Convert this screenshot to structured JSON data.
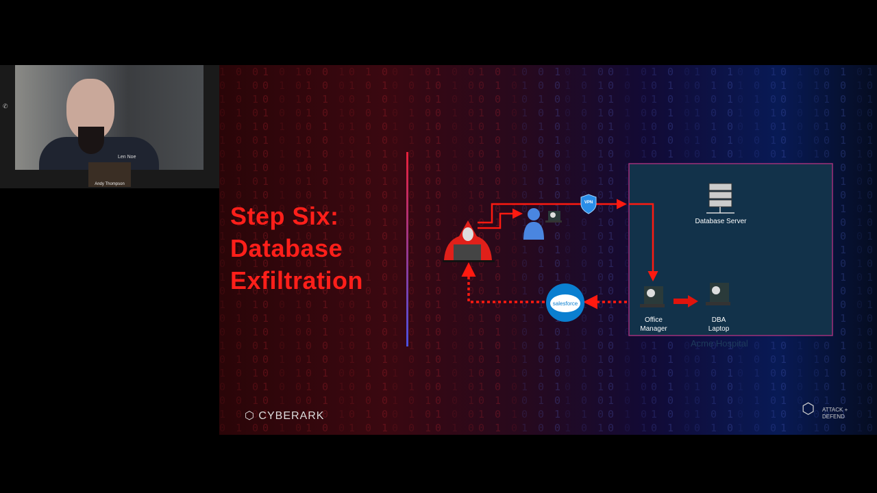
{
  "video_call": {
    "presenter_name": "Len Noe",
    "participant_name": "Andy Thompson"
  },
  "slide": {
    "title_lines": [
      "Step Six:",
      "Database",
      "Exfiltration"
    ],
    "network_label": "Acme Hospital",
    "nodes": {
      "database_server": "Database Server",
      "office_manager": "Office Manager",
      "dba_laptop": "DBA Laptop",
      "vpn": "VPN",
      "salesforce": "salesforce"
    },
    "brand_logo": "CYBERARK",
    "series_logo": [
      "ATTACK +",
      "DEFEND"
    ],
    "colors": {
      "accent_red": "#ff1f1a",
      "network_box": "#12324a",
      "network_border": "#a0307a"
    }
  }
}
